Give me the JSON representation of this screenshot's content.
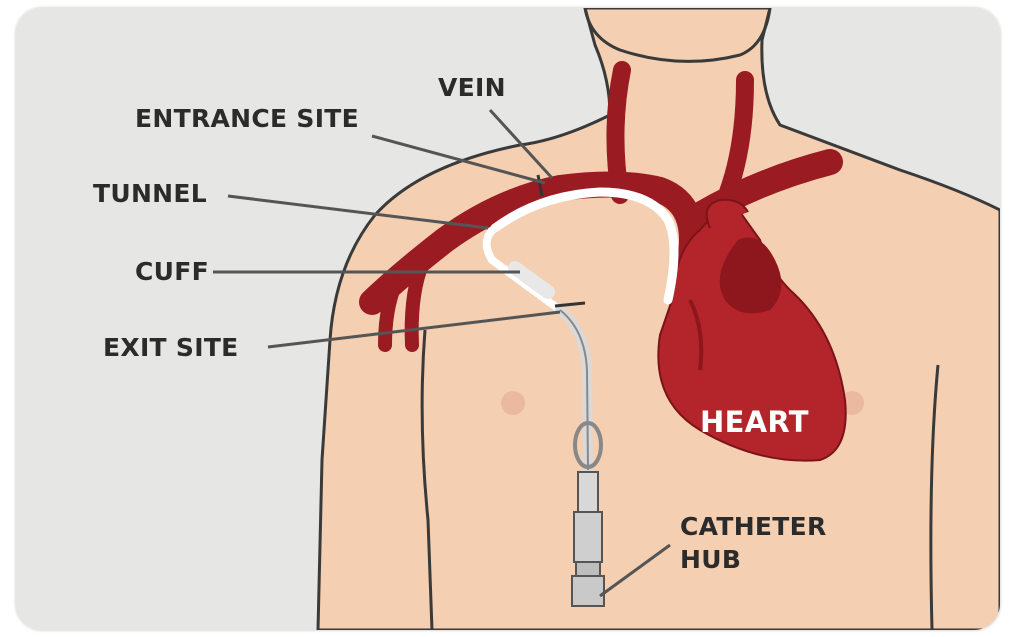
{
  "diagram": {
    "labels": {
      "vein": "VEIN",
      "entrance_site": "ENTRANCE SITE",
      "tunnel": "TUNNEL",
      "cuff": "CUFF",
      "exit_site": "EXIT SITE",
      "heart": "HEART",
      "catheter_hub_line1": "CATHETER",
      "catheter_hub_line2": "HUB"
    },
    "colors": {
      "background": "#e6e6e4",
      "skin": "#f4cfb1",
      "outline": "#3a3a3a",
      "vessel": "#9b1b22",
      "heart": "#b3242b",
      "label_text": "#2b2b2b",
      "heart_text": "#ffffff",
      "leader_line": "#555555"
    }
  }
}
